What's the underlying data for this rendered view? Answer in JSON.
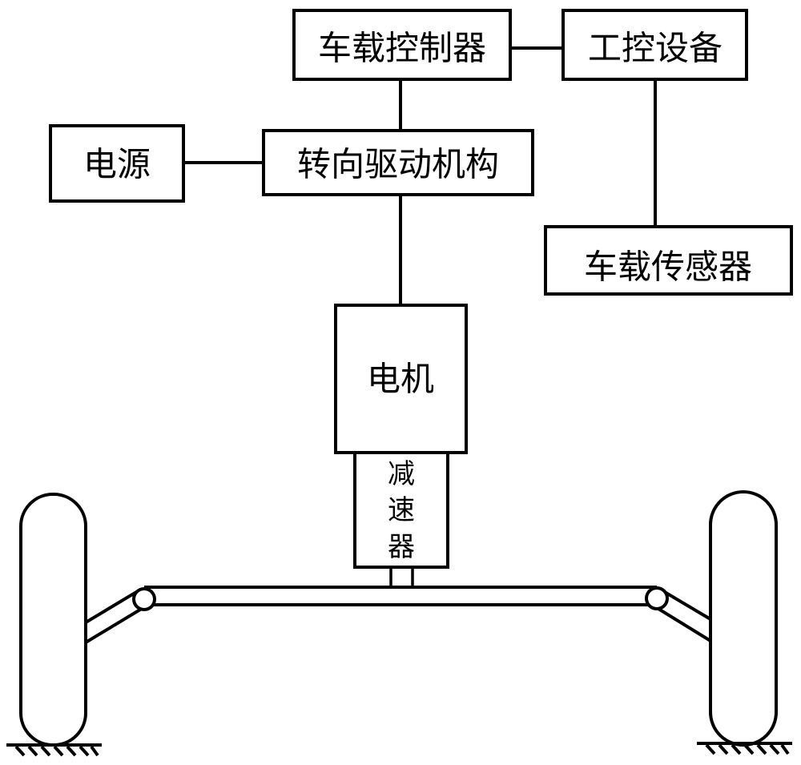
{
  "diagram": {
    "title": "",
    "line_color": "#000000",
    "background": "#ffffff",
    "nodes": [
      {
        "id": "vehicle_controller",
        "label": "车载控制器"
      },
      {
        "id": "industrial_control",
        "label": "工控设备"
      },
      {
        "id": "power_supply",
        "label": "电源"
      },
      {
        "id": "steering_drive",
        "label": "转向驱动机构"
      },
      {
        "id": "vehicle_sensor",
        "label": "车载传感器"
      },
      {
        "id": "motor",
        "label": "电机"
      },
      {
        "id": "reducer",
        "label": "减速器",
        "chars": [
          "减",
          "速",
          "器"
        ]
      }
    ],
    "edges": [
      {
        "from": "vehicle_controller",
        "to": "industrial_control"
      },
      {
        "from": "vehicle_controller",
        "to": "steering_drive"
      },
      {
        "from": "power_supply",
        "to": "steering_drive"
      },
      {
        "from": "industrial_control",
        "to": "vehicle_sensor"
      },
      {
        "from": "steering_drive",
        "to": "motor"
      },
      {
        "from": "motor",
        "to": "reducer"
      },
      {
        "from": "reducer",
        "to": "steering_axle"
      }
    ],
    "mechanism": {
      "parts": [
        "steering-axle",
        "left-joint",
        "right-joint",
        "left-knuckle-arm",
        "right-knuckle-arm",
        "left-wheel",
        "right-wheel",
        "left-ground",
        "right-ground"
      ]
    }
  }
}
